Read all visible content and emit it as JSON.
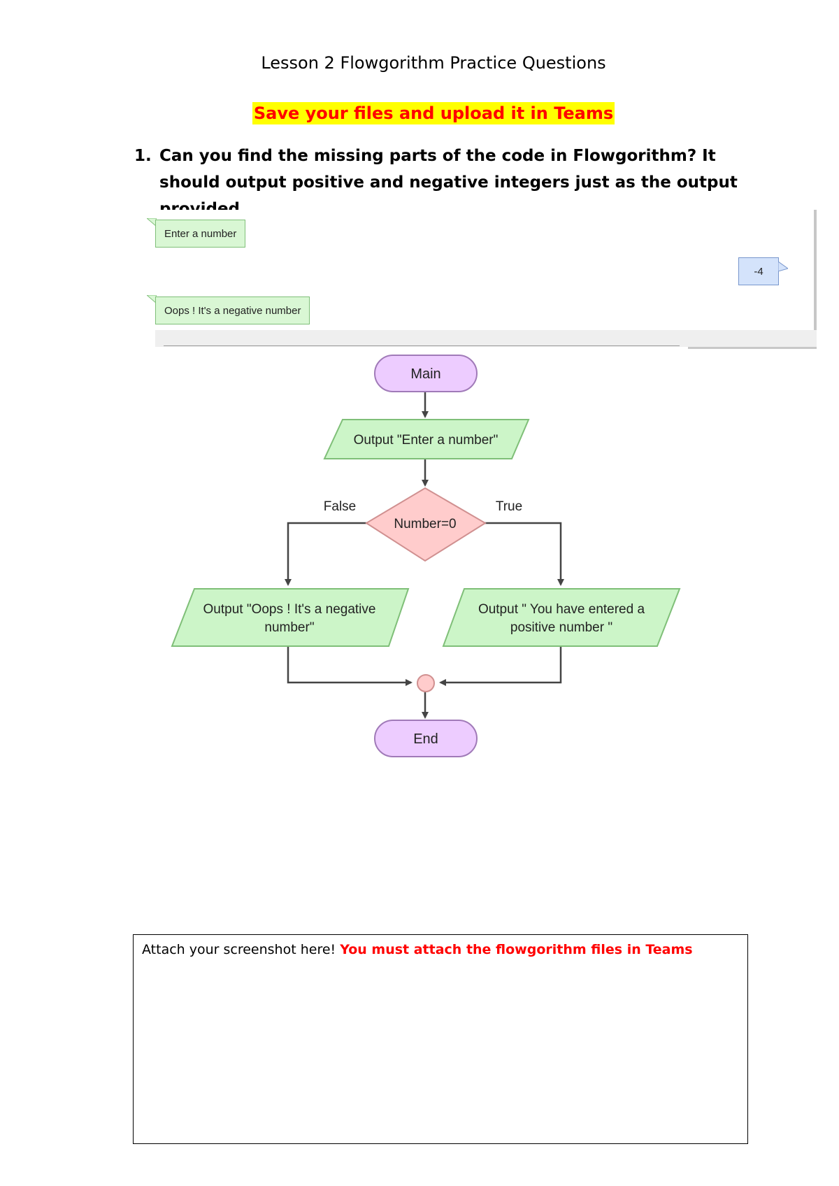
{
  "document": {
    "title": "Lesson 2 Flowgorithm Practice Questions",
    "instruction": "Save your files and upload it in Teams",
    "question_number": "1.",
    "question_text": "Can you find the missing parts of the code in Flowgorithm? It should output positive and negative integers just as the output provided"
  },
  "console": {
    "output_1": "Enter a number",
    "input_1": "-4",
    "output_2": "Oops ! It's a negative number"
  },
  "flowchart": {
    "start": "Main",
    "output_prompt": "Output \"Enter a number\"",
    "decision": "Number=0",
    "false_label": "False",
    "true_label": "True",
    "false_output_line1": "Output \"Oops ! It's a negative",
    "false_output_line2": "number\"",
    "true_output_line1": "Output \" You have entered a",
    "true_output_line2": "positive number \"",
    "end": "End",
    "colors": {
      "terminal_fill": "#edccff",
      "terminal_stroke": "#a07ab8",
      "io_fill": "#ccf5c8",
      "io_stroke": "#7fbf78",
      "decision_fill": "#ffcccc",
      "decision_stroke": "#d09090"
    }
  },
  "answer_box": {
    "label": "Attach your screenshot here! ",
    "warning": "You must attach the flowgorithm files in Teams"
  }
}
